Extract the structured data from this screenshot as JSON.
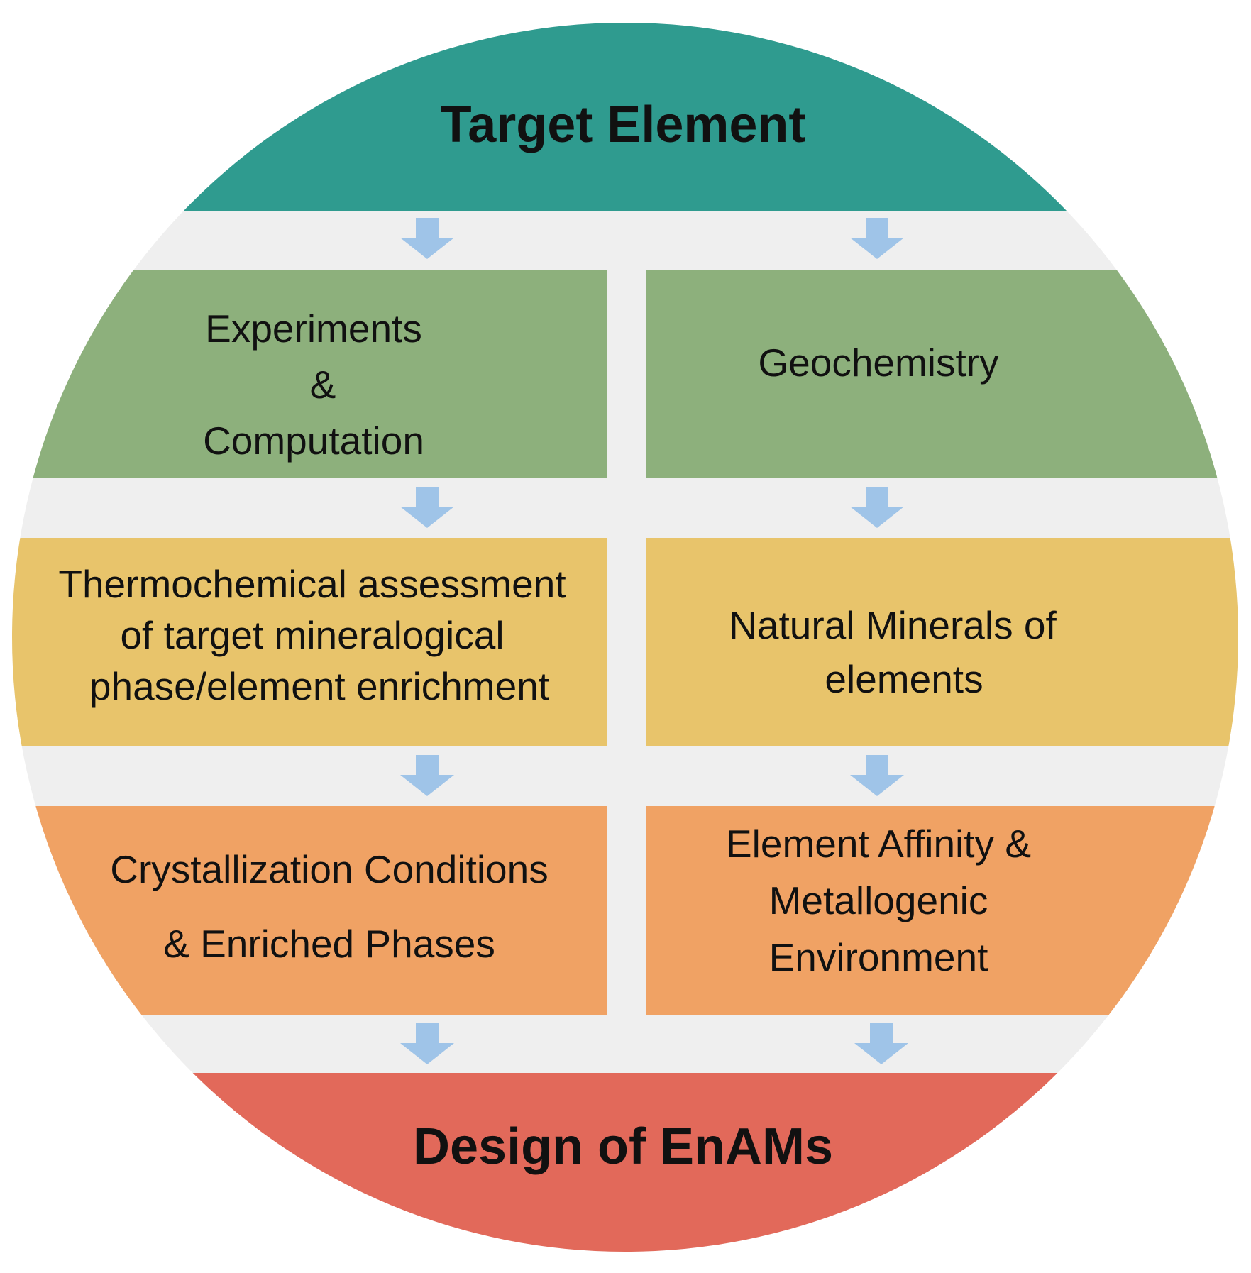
{
  "colors": {
    "circle_bg": "#efefef",
    "teal": "#2f9b8f",
    "green": "#8db07c",
    "yellow": "#e8c46b",
    "orange": "#f0a264",
    "red": "#e2695a",
    "arrow": "#9fc4e8"
  },
  "top_box": {
    "label": "Target Element"
  },
  "bottom_box": {
    "label": "Design of EnAMs"
  },
  "left_column": [
    {
      "lines": [
        "Experiments",
        "&",
        "Computation"
      ]
    },
    {
      "lines": [
        "Thermochemical assessment",
        "of target mineralogical",
        "phase/element enrichment"
      ]
    },
    {
      "lines": [
        "Crystallization Conditions",
        "& Enriched Phases"
      ]
    }
  ],
  "right_column": [
    {
      "lines": [
        "Geochemistry"
      ]
    },
    {
      "lines": [
        "Natural Minerals of",
        "elements"
      ]
    },
    {
      "lines": [
        "Element Affinity &",
        "Metallogenic",
        "Environment"
      ]
    }
  ],
  "arrow_icon": "down-arrow-icon"
}
